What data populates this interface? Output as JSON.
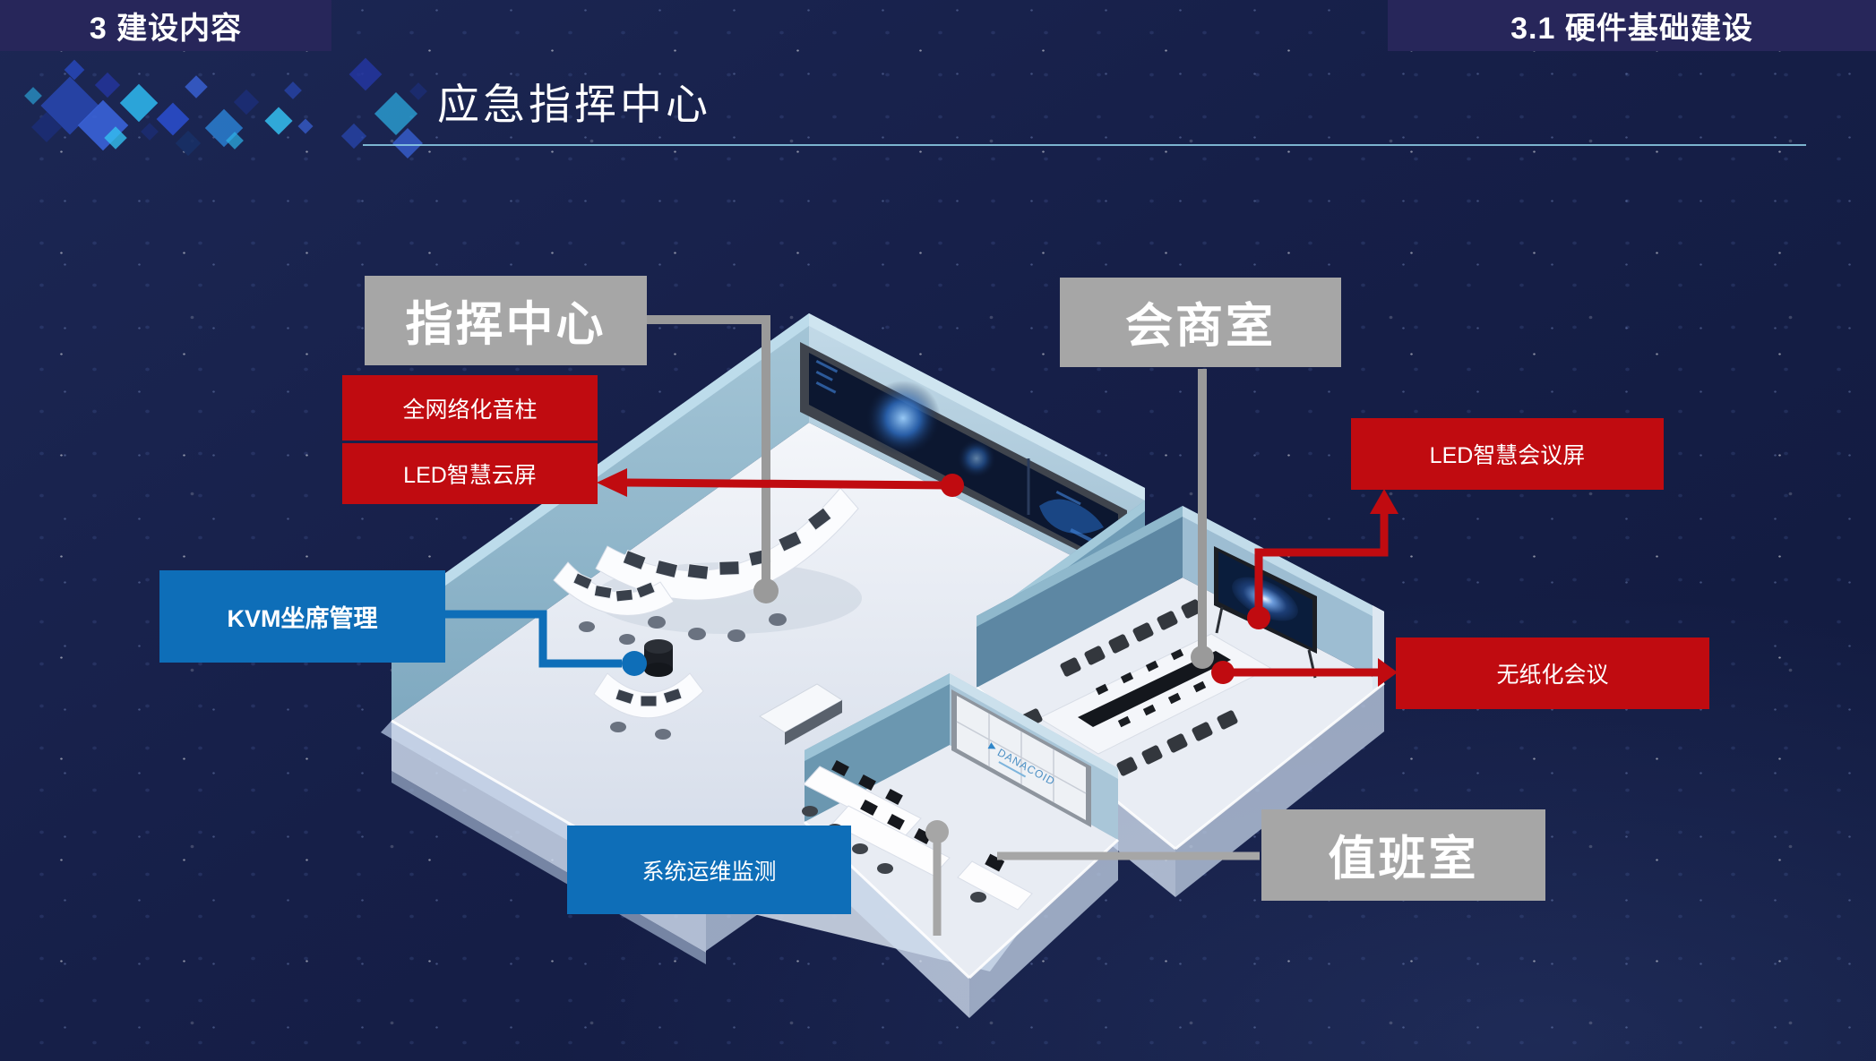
{
  "slide": {
    "section_tab": "3 建设内容",
    "subsection_tab": "3.1 硬件基础建设",
    "title": "应急指挥中心"
  },
  "room_labels": {
    "command_center": "指挥中心",
    "meeting_room": "会商室",
    "duty_room": "值班室"
  },
  "feature_labels": {
    "network_audio_column": "全网络化音柱",
    "led_smart_cloud_screen": "LED智慧云屏",
    "kvm_seat_management": "KVM坐席管理",
    "led_smart_meeting_screen": "LED智慧会议屏",
    "paperless_meeting": "无纸化会议",
    "system_ops_monitoring": "系统运维监测"
  },
  "diagram": {
    "duty_room_screen_brand": "DANACOID"
  },
  "colors": {
    "background": "#16204a",
    "header_bg": "#27265a",
    "accent_line": "#8ecfe8",
    "room_label_bg": "#a6a6a6",
    "feature_red": "#c00b10",
    "feature_blue": "#0e6eb8",
    "connector_gray": "#9a9a9a"
  }
}
